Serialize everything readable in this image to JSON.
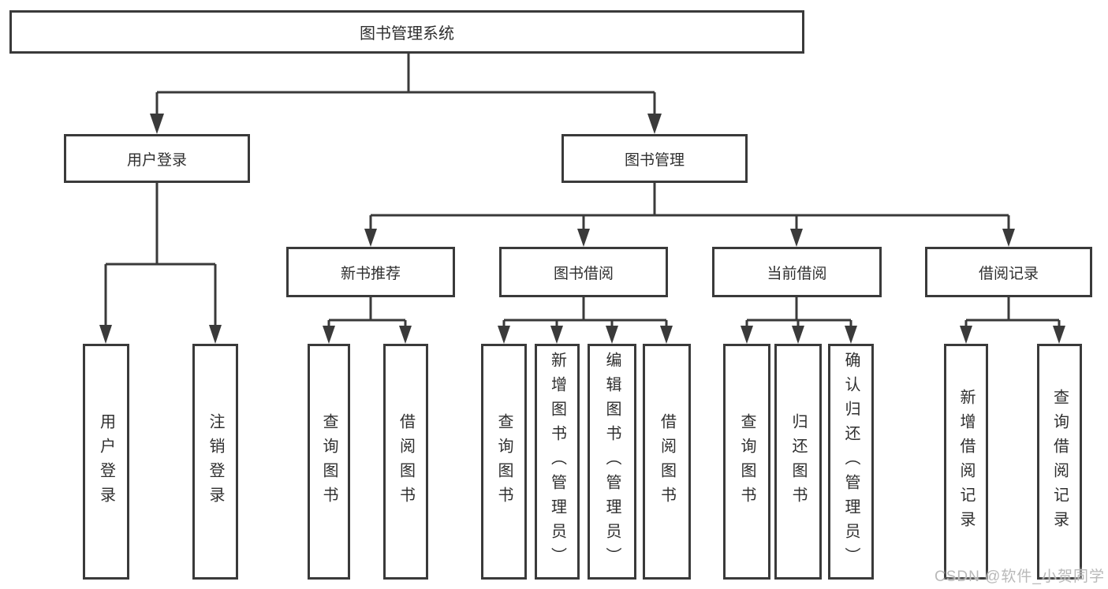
{
  "diagram": {
    "title": "图书管理系统",
    "branches": [
      {
        "label": "用户登录",
        "children": [
          {
            "label": "用户登录"
          },
          {
            "label": "注销登录"
          }
        ]
      },
      {
        "label": "图书管理",
        "children": [
          {
            "label": "新书推荐",
            "children": [
              {
                "label": "查询图书"
              },
              {
                "label": "借阅图书"
              }
            ]
          },
          {
            "label": "图书借阅",
            "children": [
              {
                "label": "查询图书"
              },
              {
                "label": "新增图书（管理员）"
              },
              {
                "label": "编辑图书（管理员）"
              },
              {
                "label": "借阅图书"
              }
            ]
          },
          {
            "label": "当前借阅",
            "children": [
              {
                "label": "查询图书"
              },
              {
                "label": "归还图书"
              },
              {
                "label": "确认归还（管理员）"
              }
            ]
          },
          {
            "label": "借阅记录",
            "children": [
              {
                "label": "新增借阅记录"
              },
              {
                "label": "查询借阅记录"
              }
            ]
          }
        ]
      }
    ]
  },
  "watermark": {
    "text": "CSDN @软件_小贺同学"
  },
  "colors": {
    "line": "#3a3a3a",
    "text": "#2f2f2f",
    "watermark": "#b9b9b9",
    "background": "#ffffff"
  }
}
